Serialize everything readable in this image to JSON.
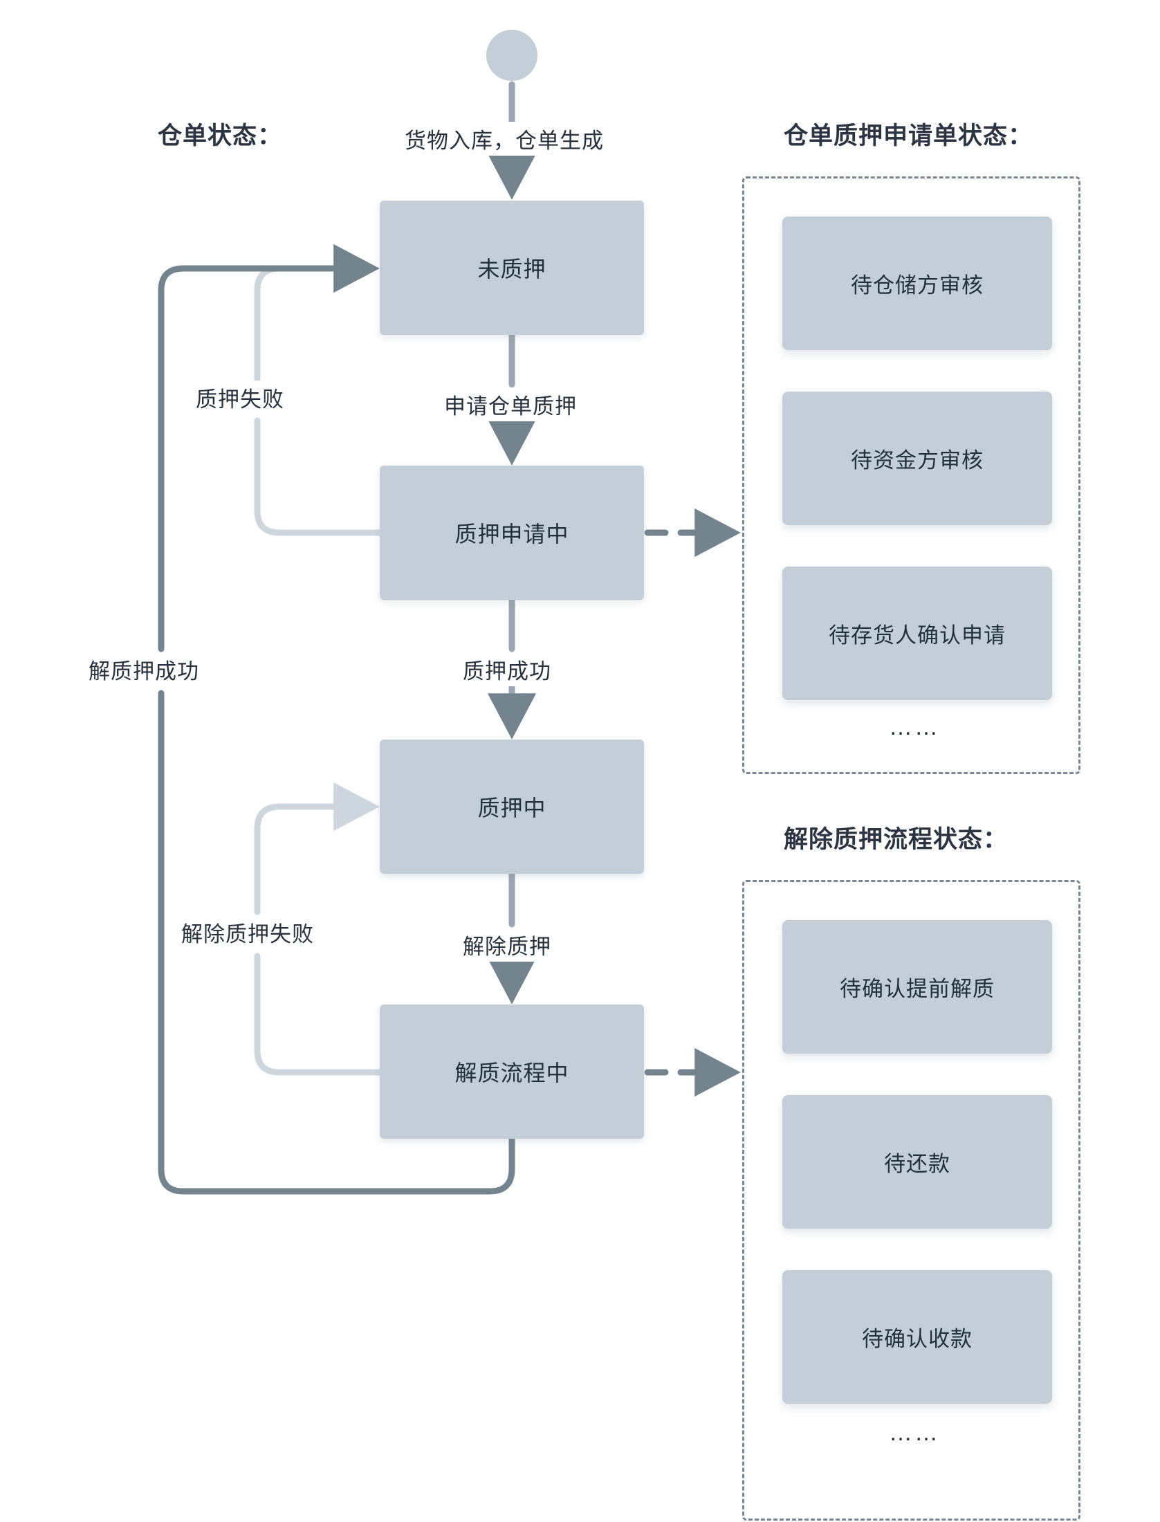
{
  "titles": {
    "warehouse_receipt_status": "仓单状态：",
    "pledge_application_status": "仓单质押申请单状态：",
    "release_process_status": "解除质押流程状态："
  },
  "flow_states": {
    "unpledged": "未质押",
    "applying": "质押申请中",
    "pledged": "质押中",
    "releasing": "解质流程中"
  },
  "edges": {
    "intake": "货物入库，仓单生成",
    "apply_pledge": "申请仓单质押",
    "pledge_failed": "质押失败",
    "pledge_success": "质押成功",
    "release_success": "解质押成功",
    "release_pledge": "解除质押",
    "release_failed": "解除质押失败"
  },
  "application_group": {
    "items": [
      {
        "label": "待仓储方审核"
      },
      {
        "label": "待资金方审核"
      },
      {
        "label": "待存货人确认申请"
      }
    ],
    "ellipsis": "……"
  },
  "release_group": {
    "items": [
      {
        "label": "待确认提前解质"
      },
      {
        "label": "待还款"
      },
      {
        "label": "待确认收款"
      }
    ],
    "ellipsis": "……"
  },
  "colors": {
    "box_fill": "#c3ced8",
    "text": "#22303c",
    "edge_dark": "#74848f",
    "edge_light": "#cdd6dd",
    "dashed_border": "#7c8794",
    "start_node": "#c3ced8"
  }
}
